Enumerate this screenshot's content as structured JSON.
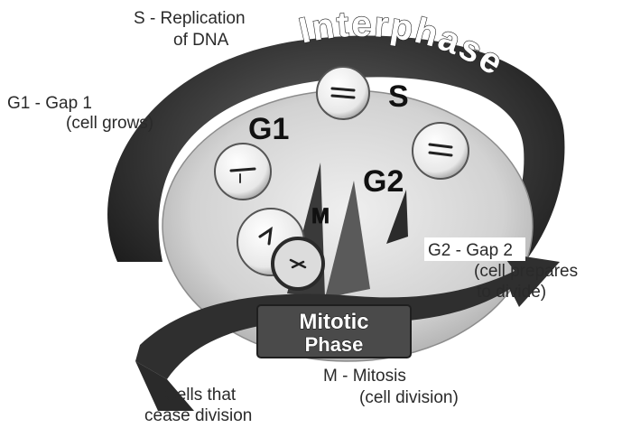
{
  "labels": {
    "s_phase_line1": "S - Replication",
    "s_phase_line2": "of DNA",
    "g1_line1": "G1 - Gap 1",
    "g1_line2": "(cell grows)",
    "g2_line1": "G2 - Gap 2",
    "g2_line2": "(cell prepares",
    "g2_line3": "to divide)",
    "m_line1": "M - Mitosis",
    "m_line2": "(cell division)",
    "cease_line1": "Cells that",
    "cease_line2": "cease division"
  },
  "phases": {
    "g1": "G1",
    "s": "S",
    "g2": "G2",
    "m": "M"
  },
  "banners": {
    "interphase": "Interphase",
    "mitotic_line1": "Mitotic",
    "mitotic_line2": "Phase"
  },
  "colors": {
    "outer_ring": "#2b2b2b",
    "inner_disc": "#d6d6d6",
    "wedge": "#3a3a3a",
    "cell_fill": "#f4f4f4",
    "arrow": "#333333"
  }
}
